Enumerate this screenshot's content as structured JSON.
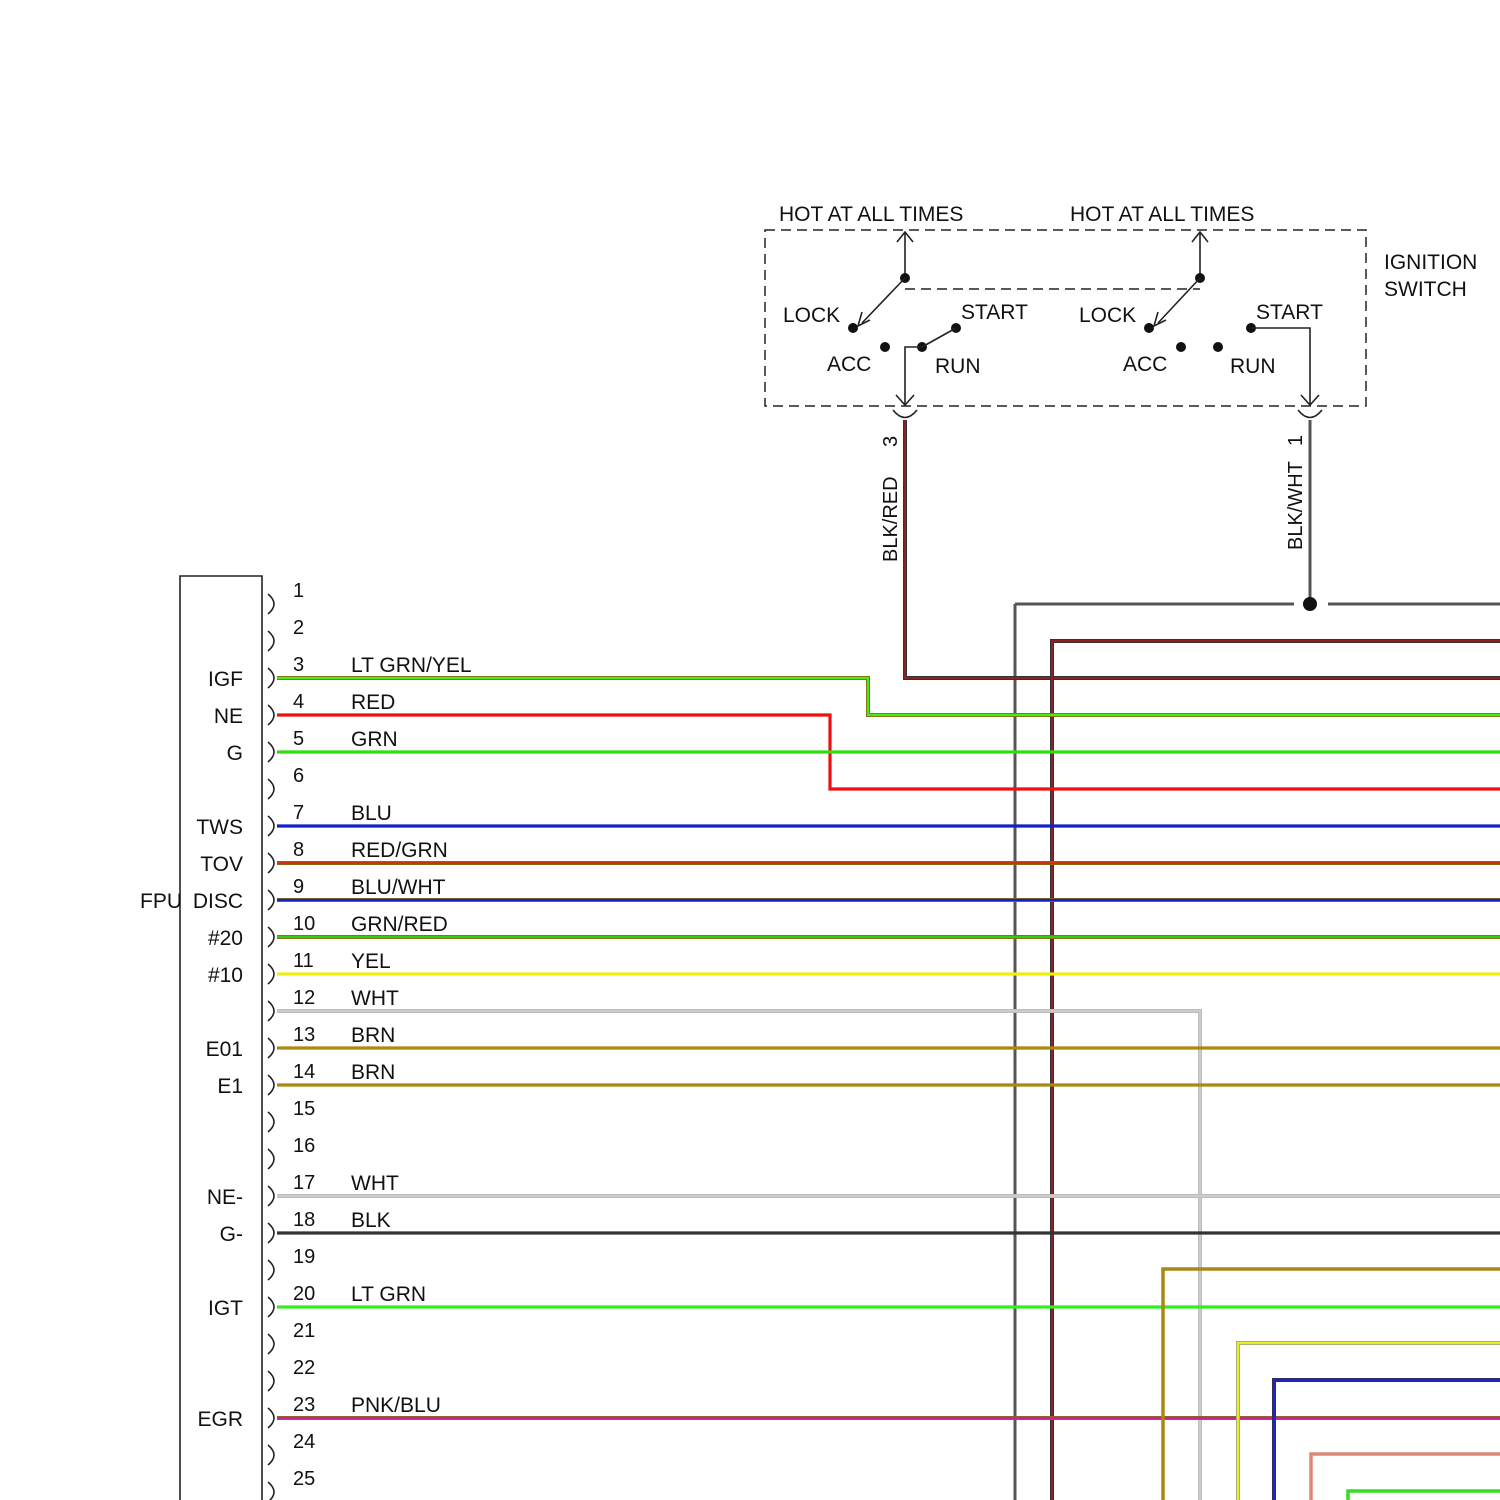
{
  "ignition_switch": {
    "label_line1": "IGNITION",
    "label_line2": "SWITCH",
    "left": {
      "hot_label": "HOT AT ALL TIMES",
      "lock": "LOCK",
      "acc": "ACC",
      "start": "START",
      "run": "RUN",
      "pin": "3",
      "wire": "BLK/RED"
    },
    "right": {
      "hot_label": "HOT AT ALL TIMES",
      "lock": "LOCK",
      "acc": "ACC",
      "start": "START",
      "run": "RUN",
      "pin": "1",
      "wire": "BLK/WHT"
    }
  },
  "module": {
    "name": "FPU"
  },
  "pins": [
    {
      "num": "1",
      "signal": "",
      "wire": "",
      "color": ""
    },
    {
      "num": "2",
      "signal": "",
      "wire": "",
      "color": ""
    },
    {
      "num": "3",
      "signal": "IGF",
      "wire": "LT GRN/YEL",
      "color": "#44ee11"
    },
    {
      "num": "4",
      "signal": "NE",
      "wire": "RED",
      "color": "#ee1111"
    },
    {
      "num": "5",
      "signal": "G",
      "wire": "GRN",
      "color": "#33dd11"
    },
    {
      "num": "6",
      "signal": "",
      "wire": "",
      "color": ""
    },
    {
      "num": "7",
      "signal": "TWS",
      "wire": "BLU",
      "color": "#1122cc"
    },
    {
      "num": "8",
      "signal": "TOV",
      "wire": "RED/GRN",
      "color": "#cc3311"
    },
    {
      "num": "9",
      "signal": "DISC",
      "wire": "BLU/WHT",
      "color": "#1122cc"
    },
    {
      "num": "10",
      "signal": "#20",
      "wire": "GRN/RED",
      "color": "#33cc11"
    },
    {
      "num": "11",
      "signal": "#10",
      "wire": "YEL",
      "color": "#eeee11"
    },
    {
      "num": "12",
      "signal": "",
      "wire": "WHT",
      "color": "#cccccc"
    },
    {
      "num": "13",
      "signal": "E01",
      "wire": "BRN",
      "color": "#aa8811"
    },
    {
      "num": "14",
      "signal": "E1",
      "wire": "BRN",
      "color": "#aa8811"
    },
    {
      "num": "15",
      "signal": "",
      "wire": "",
      "color": ""
    },
    {
      "num": "16",
      "signal": "",
      "wire": "",
      "color": ""
    },
    {
      "num": "17",
      "signal": "NE-",
      "wire": "WHT",
      "color": "#cccccc"
    },
    {
      "num": "18",
      "signal": "G-",
      "wire": "BLK",
      "color": "#333333"
    },
    {
      "num": "19",
      "signal": "",
      "wire": "",
      "color": ""
    },
    {
      "num": "20",
      "signal": "IGT",
      "wire": "LT GRN",
      "color": "#33ee22"
    },
    {
      "num": "21",
      "signal": "",
      "wire": "",
      "color": ""
    },
    {
      "num": "22",
      "signal": "",
      "wire": "",
      "color": ""
    },
    {
      "num": "23",
      "signal": "EGR",
      "wire": "PNK/BLU",
      "color": "#cc2299"
    },
    {
      "num": "24",
      "signal": "",
      "wire": "",
      "color": ""
    },
    {
      "num": "25",
      "signal": "",
      "wire": "",
      "color": ""
    }
  ]
}
